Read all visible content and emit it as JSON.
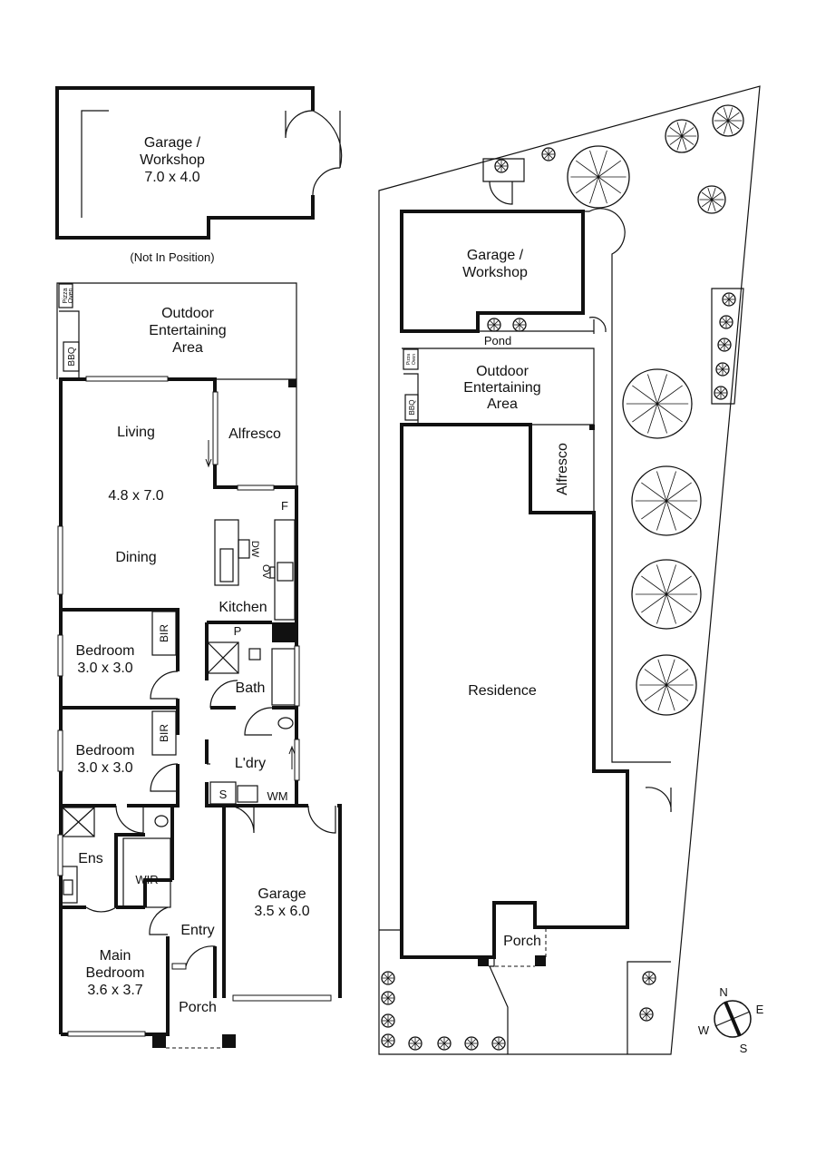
{
  "floor_plan": {
    "garage_workshop": {
      "name": "Garage /",
      "name2": "Workshop",
      "size": "7.0 x 4.0",
      "note": "(Not In Position)"
    },
    "outdoor": {
      "line1": "Outdoor",
      "line2": "Entertaining",
      "line3": "Area",
      "pizza1": "Pizza",
      "pizza2": "Oven",
      "bbq": "BBQ"
    },
    "living": {
      "name": "Living",
      "size": "4.8 x 7.0",
      "dining": "Dining"
    },
    "alfresco": "Alfresco",
    "kitchen": {
      "name": "Kitchen",
      "fridge": "F",
      "dishwasher": "DW",
      "oven": "OV"
    },
    "pantry": "P",
    "bedroom1": {
      "name": "Bedroom",
      "size": "3.0 x 3.0",
      "robe": "BIR"
    },
    "bedroom2": {
      "name": "Bedroom",
      "size": "3.0 x 3.0",
      "robe": "BIR"
    },
    "bath": "Bath",
    "laundry": {
      "name": "L'dry",
      "sink": "S",
      "washer": "WM"
    },
    "ensuite": "Ens",
    "wir": "WIR",
    "entry": "Entry",
    "main_bedroom": {
      "name1": "Main",
      "name2": "Bedroom",
      "size": "3.6 x 3.7"
    },
    "garage": {
      "name": "Garage",
      "size": "3.5 x 6.0"
    },
    "porch": "Porch"
  },
  "site_plan": {
    "garage_workshop": {
      "name": "Garage /",
      "name2": "Workshop"
    },
    "pond": "Pond",
    "outdoor": {
      "line1": "Outdoor",
      "line2": "Entertaining",
      "line3": "Area",
      "pizza1": "Pizza",
      "pizza2": "Oven",
      "bbq": "BBQ"
    },
    "alfresco": "Alfresco",
    "residence": "Residence",
    "porch": "Porch"
  },
  "compass": {
    "n": "N",
    "e": "E",
    "s": "S",
    "w": "W"
  }
}
